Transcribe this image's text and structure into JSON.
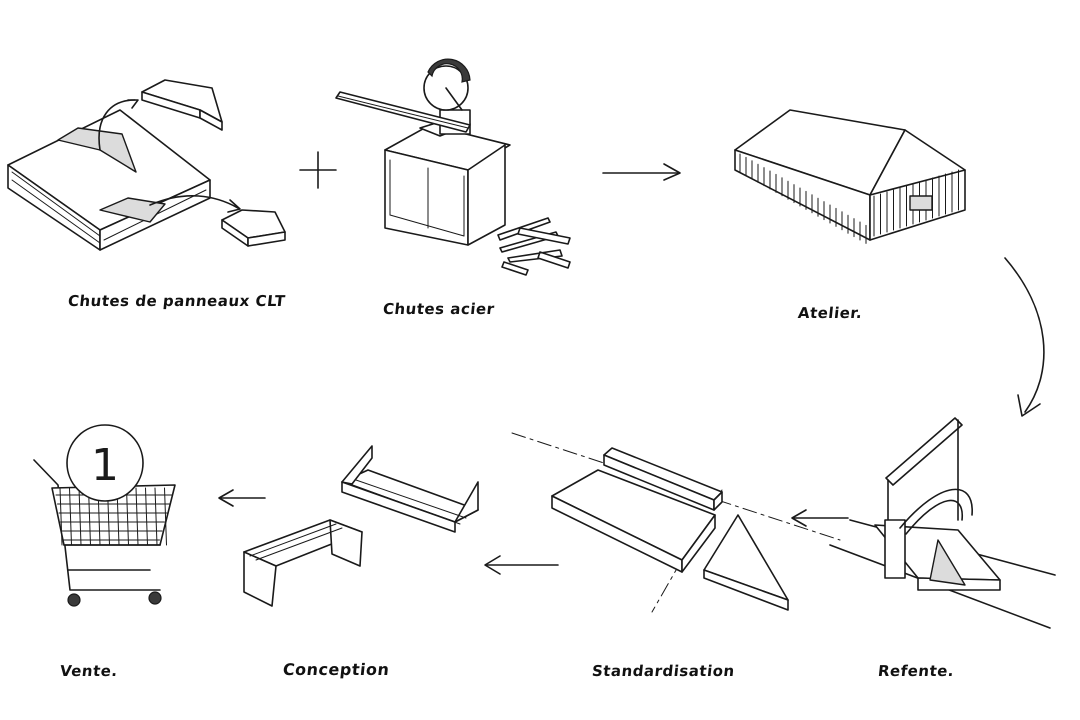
{
  "steps": [
    {
      "id": "chutes-clt",
      "label": "Chutes de panneaux CLT"
    },
    {
      "id": "chutes-acier",
      "label": "Chutes acier"
    },
    {
      "id": "atelier",
      "label": "Atelier."
    },
    {
      "id": "refente",
      "label": "Refente."
    },
    {
      "id": "standardisation",
      "label": "Standardisation"
    },
    {
      "id": "conception",
      "label": "Conception"
    },
    {
      "id": "vente",
      "label": "Vente."
    }
  ],
  "operators": {
    "plus": "+"
  },
  "badge": {
    "number": "1"
  },
  "colors": {
    "ink": "#1a1a1a",
    "paper": "#ffffff"
  }
}
